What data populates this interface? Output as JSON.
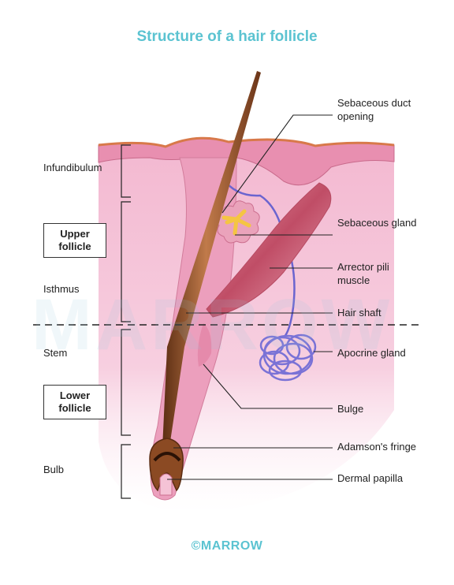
{
  "title": "Structure of a hair follicle",
  "watermark": "MARROW",
  "footer": "©MARROW",
  "left_labels": {
    "infundibulum": "Infundibulum",
    "upper_follicle": "Upper follicle",
    "isthmus": "Isthmus",
    "stem": "Stem",
    "lower_follicle": "Lower follicle",
    "bulb": "Bulb"
  },
  "right_labels": {
    "sebaceous_duct_opening": "Sebaceous duct opening",
    "sebaceous_gland": "Sebaceous gland",
    "arrector_pili_muscle": "Arrector pili muscle",
    "hair_shaft": "Hair shaft",
    "apocrine_gland": "Apocrine gland",
    "bulge": "Bulge",
    "adamsons_fringe": "Adamson's fringe",
    "dermal_papilla": "Dermal papilla"
  },
  "colors": {
    "title": "#5bc3d1",
    "skin": "#f1b3cf",
    "epidermis": "#e78fae",
    "hair": "#8a4a22",
    "sebaceous": "#f5c542",
    "muscle": "#c9576f",
    "gland": "#7a72d6"
  }
}
